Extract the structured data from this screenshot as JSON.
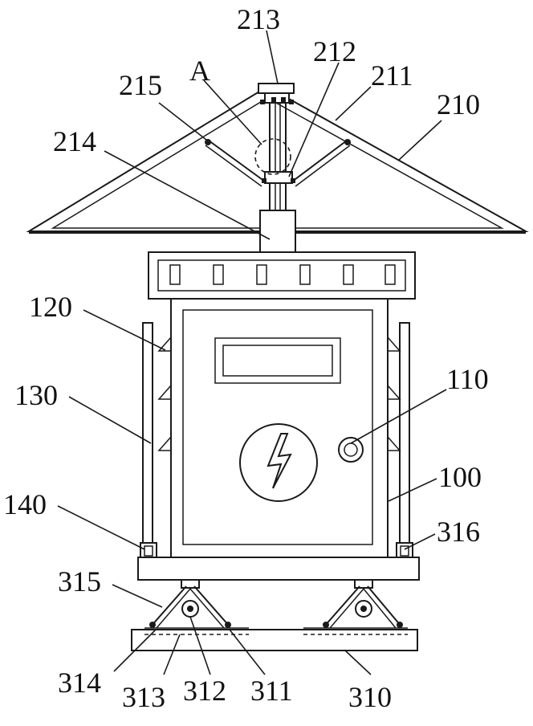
{
  "labels": {
    "l213": "213",
    "lA": "A",
    "l212": "212",
    "l215": "215",
    "l211": "211",
    "l210": "210",
    "l214": "214",
    "l120": "120",
    "l110": "110",
    "l130": "130",
    "l100": "100",
    "l140": "140",
    "l316": "316",
    "l315": "315",
    "l314": "314",
    "l313": "313",
    "l312": "312",
    "l311": "311",
    "l310": "310"
  },
  "colors": {
    "line": "#1a1a1a",
    "background": "#ffffff"
  },
  "icons": {
    "door_symbol": "lightning-bolt-icon",
    "door_handle": "knob-icon"
  }
}
